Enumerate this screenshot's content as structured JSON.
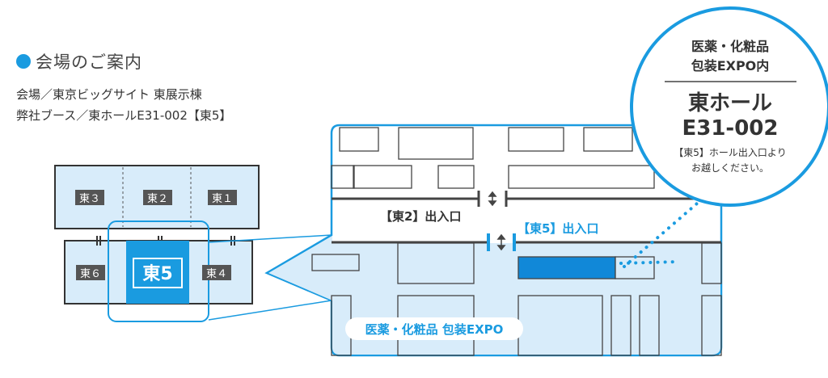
{
  "info": {
    "title": "会場のご案内",
    "venue_line": "会場／東京ビッグサイト 東展示棟",
    "booth_line": "弊社ブース／東ホールE31-002【東5】"
  },
  "halls": {
    "east3": "東３",
    "east2": "東２",
    "east1": "東１",
    "east6": "東６",
    "east5": "東5",
    "east4": "東４"
  },
  "detail": {
    "entrance_east2": "【東2】出入口",
    "entrance_east5": "【東5】出入口",
    "expo_label": "医薬・化粧品 包装EXPO"
  },
  "callout": {
    "expo_line1": "医薬・化粧品",
    "expo_line2": "包装EXPO内",
    "booth_hall": "東ホール",
    "booth_no": "E31-002",
    "guide_line1": "【東5】ホール出入口より",
    "guide_line2": "お越しください。"
  },
  "icons": {
    "bullet": "bullet-dot-icon",
    "arrows": "up-down-arrow-icon"
  },
  "colors": {
    "accent": "#1a9be0",
    "booth": "#1188d8",
    "hall_fill": "#d8ecfa",
    "hall_label": "#555555",
    "line": "#444444"
  }
}
